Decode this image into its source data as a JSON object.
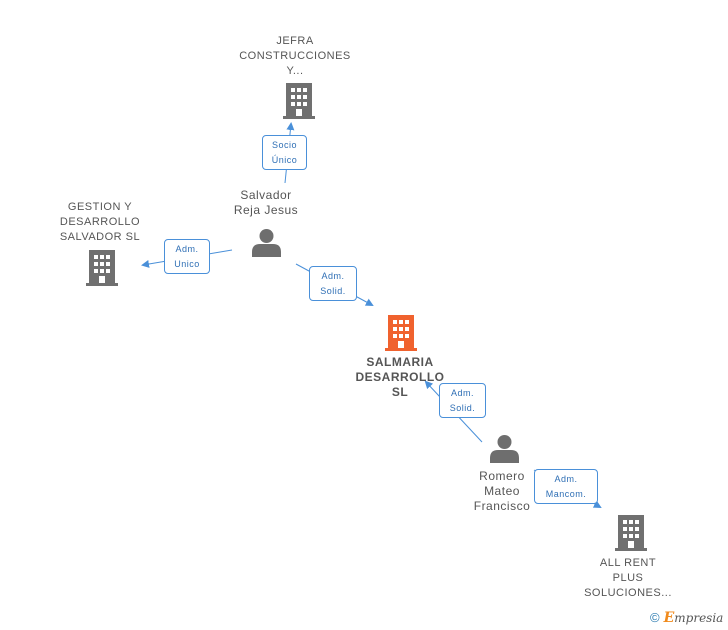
{
  "colors": {
    "entity": "#707070",
    "focus_entity": "#f0622e",
    "person": "#6e6e6e",
    "edge": "#4a90d9",
    "label_text": "#555555"
  },
  "nodes": {
    "jefra": {
      "lines": [
        "JEFRA",
        "CONSTRUCCIONES",
        "Y..."
      ],
      "icon": "building-icon"
    },
    "salvador": {
      "lines": [
        "Salvador",
        "Reja Jesus"
      ],
      "icon": "person-icon"
    },
    "gestion": {
      "lines": [
        "GESTION Y",
        "DESARROLLO",
        "SALVADOR SL"
      ],
      "icon": "building-icon"
    },
    "salmaria": {
      "lines": [
        "SALMARIA",
        "DESARROLLO",
        "SL"
      ],
      "icon": "building-icon"
    },
    "romero": {
      "lines": [
        "Romero",
        "Mateo",
        "Francisco"
      ],
      "icon": "person-icon"
    },
    "allrent": {
      "lines": [
        "ALL RENT",
        "PLUS",
        "SOLUCIONES..."
      ],
      "icon": "building-icon"
    }
  },
  "relations": {
    "socio_unico": [
      "Socio",
      "Único"
    ],
    "adm_unico": [
      "Adm.",
      "Unico"
    ],
    "adm_solid_1": [
      "Adm.",
      "Solid."
    ],
    "adm_solid_2": [
      "Adm.",
      "Solid."
    ],
    "adm_mancom": [
      "Adm.",
      "Mancom."
    ]
  },
  "footer": {
    "copyright": "©",
    "brand_initial": "E",
    "brand_rest": "mpresia"
  }
}
